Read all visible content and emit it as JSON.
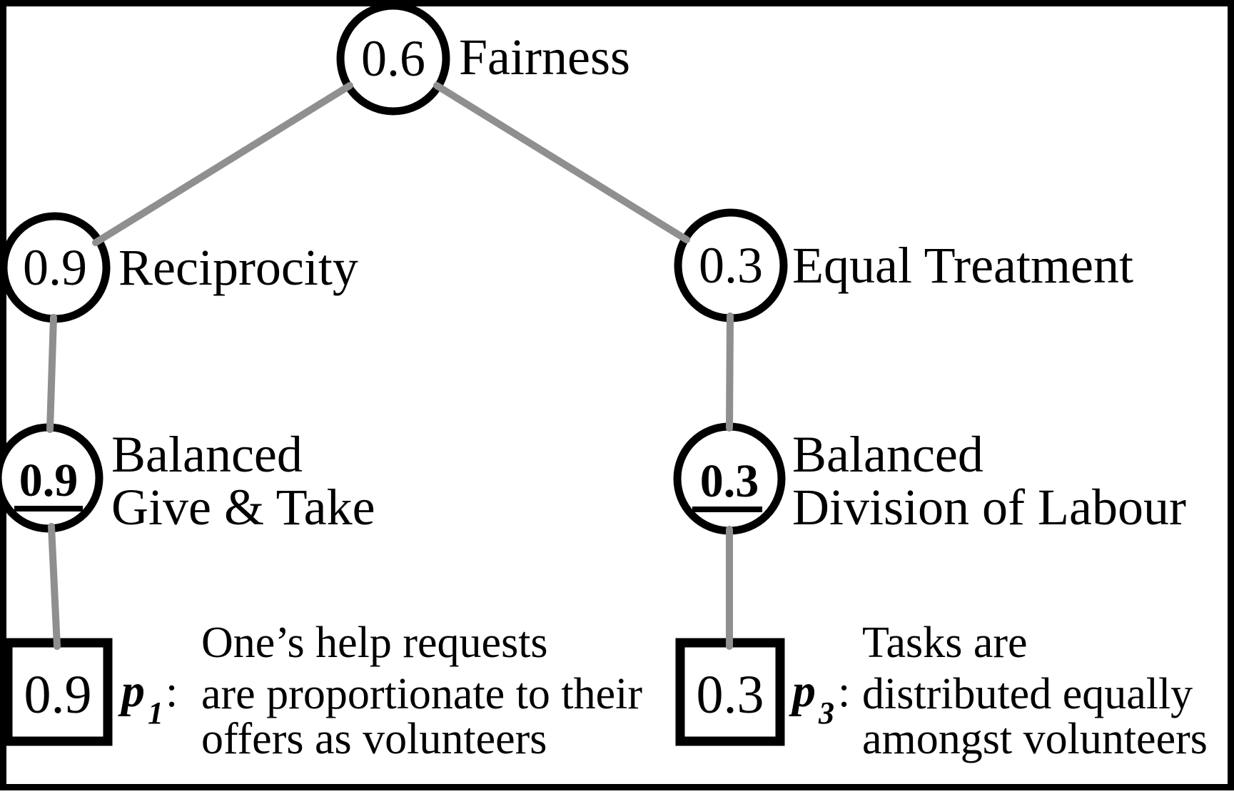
{
  "colors": {
    "edge": "#8f8f8f",
    "stroke": "#000000",
    "background": "#ffffff"
  },
  "nodes": {
    "fairness": {
      "value": "0.6",
      "label": "Fairness"
    },
    "reciprocity": {
      "value": "0.9",
      "label": "Reciprocity"
    },
    "equal_treatment": {
      "value": "0.3",
      "label": "Equal Treatment"
    },
    "balanced_give_take": {
      "value": "0.9",
      "label_line1": "Balanced",
      "label_line2": "Give & Take"
    },
    "balanced_division_of_labour": {
      "value": "0.3",
      "label_line1": "Balanced",
      "label_line2": "Division of Labour"
    },
    "p1": {
      "value": "0.9",
      "symbol": "p",
      "subscript": "1",
      "colon": ":",
      "desc_line1": "One’s help requests",
      "desc_line2": "are proportionate to their",
      "desc_line3": "offers as volunteers"
    },
    "p3": {
      "value": "0.3",
      "symbol": "p",
      "subscript": "3",
      "colon": ":",
      "desc_line1": "Tasks are",
      "desc_line2": "distributed equally",
      "desc_line3": "amongst volunteers"
    }
  }
}
